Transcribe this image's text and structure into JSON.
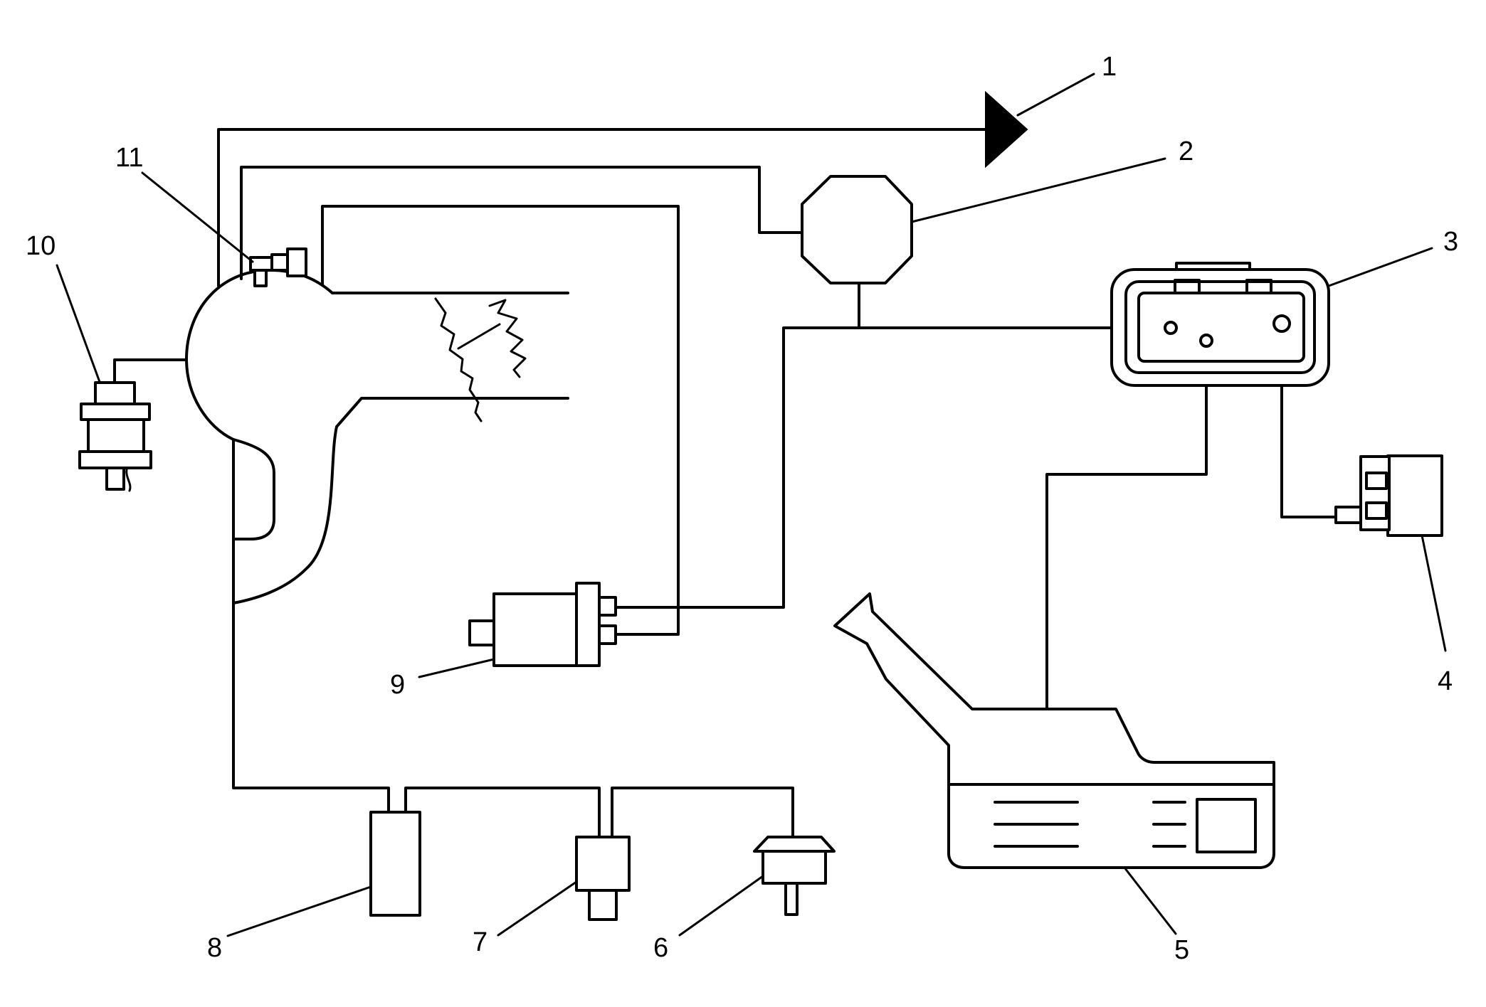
{
  "diagram": {
    "callouts": [
      {
        "id": 1,
        "label": "1"
      },
      {
        "id": 2,
        "label": "2"
      },
      {
        "id": 3,
        "label": "3"
      },
      {
        "id": 4,
        "label": "4"
      },
      {
        "id": 5,
        "label": "5"
      },
      {
        "id": 6,
        "label": "6"
      },
      {
        "id": 7,
        "label": "7"
      },
      {
        "id": 8,
        "label": "8"
      },
      {
        "id": 9,
        "label": "9"
      },
      {
        "id": 10,
        "label": "10"
      },
      {
        "id": 11,
        "label": "11"
      }
    ]
  }
}
